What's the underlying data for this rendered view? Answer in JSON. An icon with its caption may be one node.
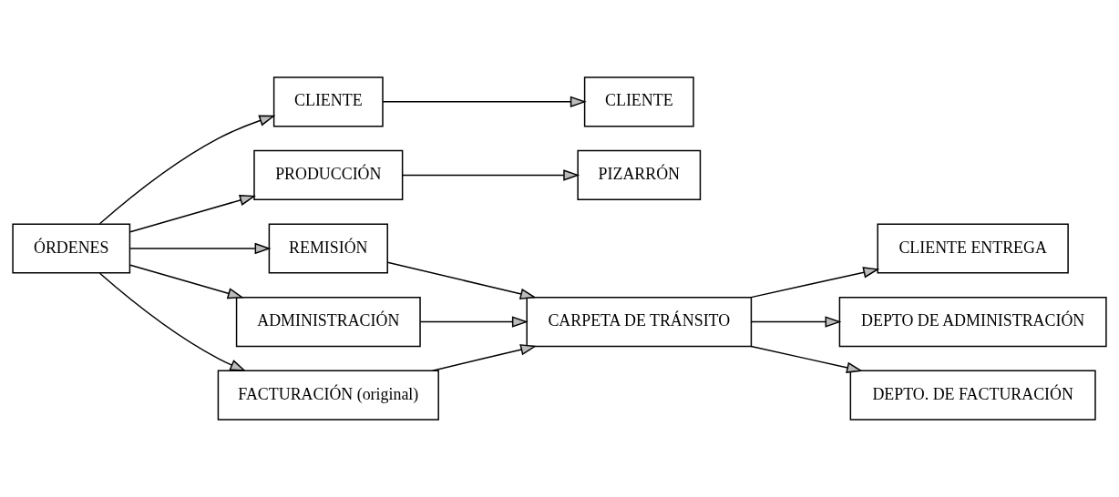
{
  "diagram": {
    "nodes": [
      {
        "text": [
          "ÓRDENES"
        ]
      },
      {
        "text": [
          "CLIENTE"
        ]
      },
      {
        "text": [
          "PRODUCCIÓN"
        ]
      },
      {
        "text": [
          "REMISIÓN"
        ]
      },
      {
        "text": [
          "ADMINISTRACIÓN"
        ]
      },
      {
        "text": [
          "FACTURACIÓN (original)"
        ]
      },
      {
        "text": [
          "CLIENTE"
        ]
      },
      {
        "text": [
          "PIZARRÓN"
        ]
      },
      {
        "text": [
          "CARPETA DE TRÁNSITO"
        ]
      },
      {
        "text": [
          "CLIENTE ENTREGA"
        ]
      },
      {
        "text": [
          "DEPTO DE ADMINISTRACIÓN"
        ]
      },
      {
        "text": [
          "DEPTO. DE FACTURACIÓN"
        ]
      }
    ],
    "edges": [
      {
        "from": 0,
        "to": 1,
        "arrow": "to"
      },
      {
        "from": 0,
        "to": 2,
        "arrow": "to"
      },
      {
        "from": 0,
        "to": 3,
        "arrow": "to"
      },
      {
        "from": 0,
        "to": 4,
        "arrow": "to"
      },
      {
        "from": 0,
        "to": 5,
        "arrow": "to"
      },
      {
        "from": 1,
        "to": 6,
        "arrow": "to"
      },
      {
        "from": 2,
        "to": 7,
        "arrow": "to"
      },
      {
        "from": 3,
        "to": 8,
        "arrow": "to"
      },
      {
        "from": 4,
        "to": 8,
        "arrow": "to"
      },
      {
        "from": 5,
        "to": 8,
        "arrow": "to"
      },
      {
        "from": 8,
        "to": 9,
        "arrow": "to"
      },
      {
        "from": 8,
        "to": 10,
        "arrow": "to"
      },
      {
        "from": 8,
        "to": 11,
        "arrow": "to"
      }
    ]
  }
}
